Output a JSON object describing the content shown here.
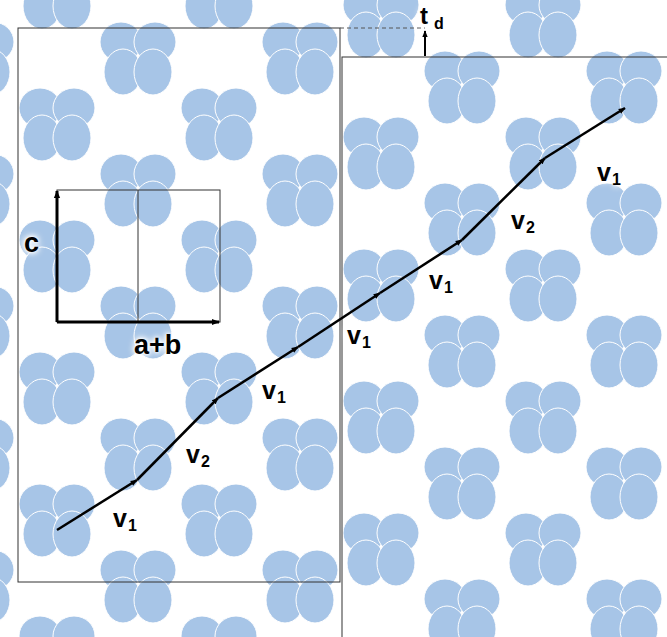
{
  "diagram": {
    "labels": [
      "t",
      "d",
      "c",
      "a+b",
      "v",
      "1",
      "v",
      "2",
      "v",
      "1",
      "v",
      "1",
      "v",
      "1",
      "v",
      "2",
      "v",
      "1"
    ]
  }
}
